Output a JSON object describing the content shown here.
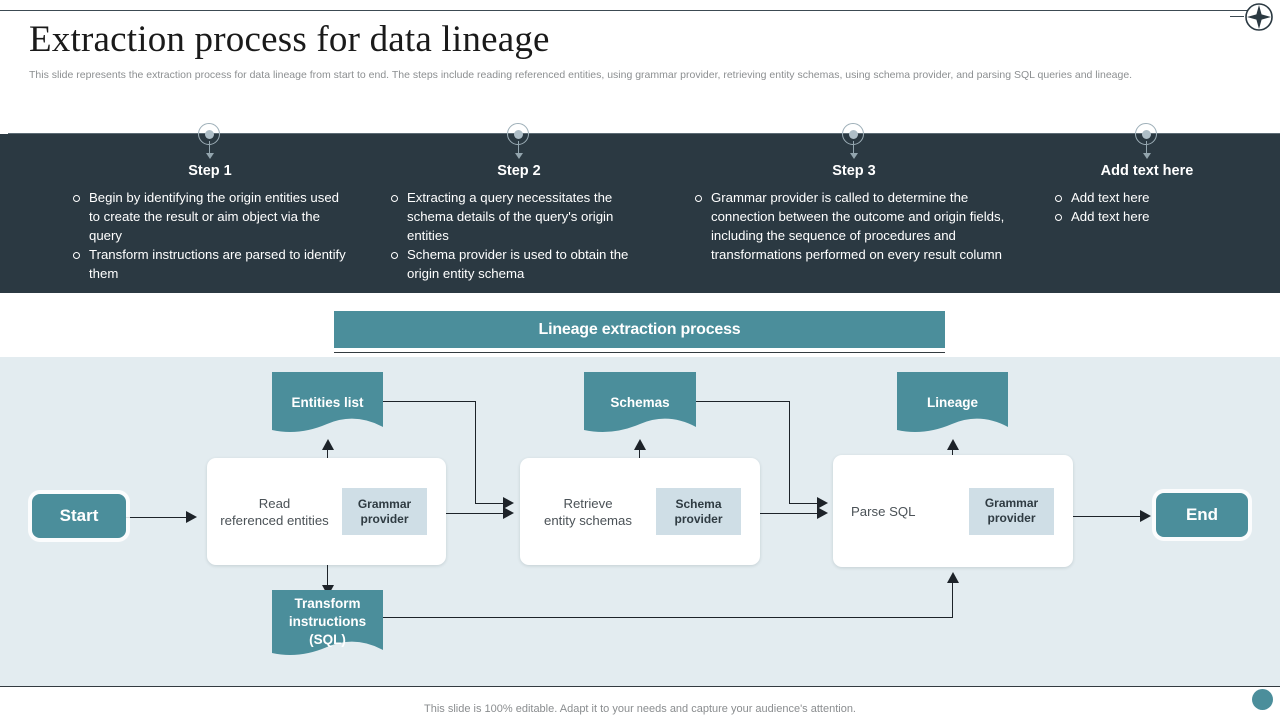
{
  "slide": {
    "title": "Extraction process for data lineage",
    "subtitle": "This slide represents the extraction process for data lineage from start to end. The steps include reading referenced entities, using grammar provider, retrieving entity schemas, using schema provider, and parsing SQL queries and lineage.",
    "footer": "This slide is 100% editable. Adapt it to your needs and capture your audience's attention.",
    "accent_color": "#4b8e9b",
    "band_color": "#2b3942",
    "canvas_color": "#e3ecf0",
    "chip_color": "#cfdee6"
  },
  "icons": {
    "top_right": "compass-star-icon",
    "bottom_right": "dot-icon",
    "step_marker": "pin-arrow-icon"
  },
  "steps": [
    {
      "heading": "Step 1",
      "bullets": [
        "Begin by identifying the origin entities used to create the result or aim object via the query",
        "Transform instructions are parsed to identify them"
      ]
    },
    {
      "heading": "Step 2",
      "bullets": [
        "Extracting a query necessitates the schema details of the query's origin entities",
        "Schema provider is used to obtain the origin entity schema"
      ]
    },
    {
      "heading": "Step 3",
      "bullets": [
        "Grammar provider is called to determine the connection between the outcome and origin fields, including the sequence of procedures and transformations performed on every result column"
      ]
    },
    {
      "heading": "Add text here",
      "bullets": [
        "Add text here",
        "Add text here"
      ]
    }
  ],
  "process": {
    "banner_title": "Lineage extraction process",
    "start_label": "Start",
    "end_label": "End",
    "boxes": [
      {
        "label": "Read\nreferenced  entities",
        "label_line1": "Read",
        "label_line2": "referenced  entities",
        "chip": "Grammar\nprovider",
        "chip_line1": "Grammar",
        "chip_line2": "provider"
      },
      {
        "label": "Retrieve\nentity schemas",
        "label_line1": "Retrieve",
        "label_line2": "entity schemas",
        "chip": "Schema\nprovider",
        "chip_line1": "Schema",
        "chip_line2": "provider"
      },
      {
        "label": "Parse SQL",
        "label_line1": "Parse SQL",
        "label_line2": "",
        "chip": "Grammar\nprovider",
        "chip_line1": "Grammar",
        "chip_line2": "provider"
      }
    ],
    "artifacts": [
      {
        "label": "Entities list"
      },
      {
        "label": "Schemas"
      },
      {
        "label": "Lineage"
      },
      {
        "label_line1": "Transform",
        "label_line2": "instructions",
        "label_line3": "(SQL)"
      }
    ]
  }
}
